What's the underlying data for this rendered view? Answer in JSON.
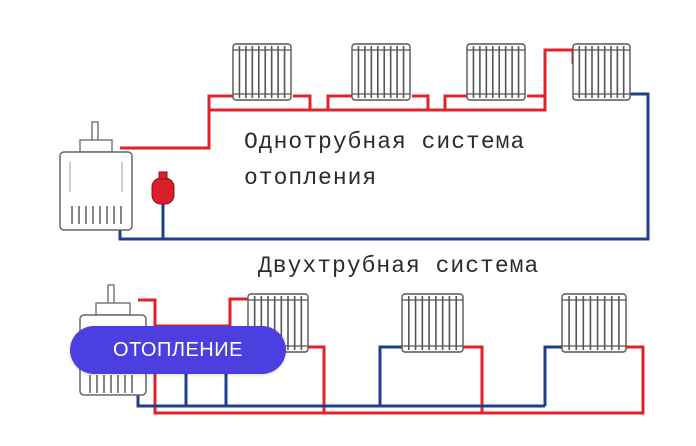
{
  "one_pipe": {
    "title_line1": "Однотрубная система",
    "title_line2": "отопления"
  },
  "two_pipe": {
    "title": "Двухтрубная система"
  },
  "badge": {
    "label": "ОТОПЛЕНИЕ"
  },
  "colors": {
    "supply_pipe": "#e0232a",
    "return_pipe": "#1f3f8c",
    "expansion_tank": "#d9202a",
    "badge_bg": "#4b3fe0",
    "outline": "#555555"
  },
  "icons": {
    "boiler": "boiler-icon",
    "radiator": "radiator-icon",
    "expansion_tank": "expansion-tank-icon"
  }
}
